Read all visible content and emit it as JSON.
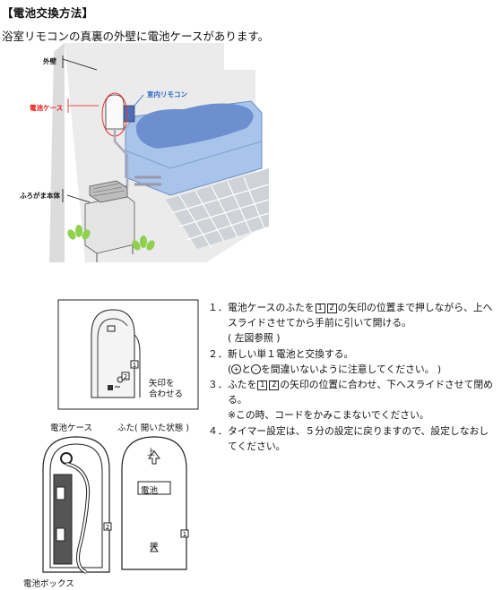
{
  "header": {
    "title": "【電池交換方法】",
    "intro": "浴室リモコンの真裏の外壁に電池ケースがあります。"
  },
  "illustration_top": {
    "label_wall": "外壁",
    "label_case": "電池ケース",
    "label_remote": "室内リモコン",
    "label_boiler": "ふろがま本体"
  },
  "diagram": {
    "arrow_note_1": "矢印を",
    "arrow_note_2": "合わせる",
    "case_label": "電池ケース",
    "lid_label": "ふた( 開いた状態 )",
    "up_label": "上",
    "battery_label": "電池",
    "press_label": "押",
    "box_label": "電池ボックス",
    "num1": "1",
    "num2": "2"
  },
  "steps": [
    {
      "num": "１．",
      "before": "電池ケースのふたを",
      "after": "の矢印の位置まで押しながら、上へスライドさせてから手前に引いて開ける。"
    },
    {
      "num": "",
      "text": "( 左図参照 )"
    },
    {
      "num": "２．",
      "text": "新しい単１電池と交換する。"
    },
    {
      "num": "",
      "before": "(",
      "plus": "+",
      "mid": "と",
      "minus": "-",
      "after": "を間違いないように注意してください。 )"
    },
    {
      "num": "３．",
      "before": "ふたを",
      "after": "の矢印の位置に合わせ、下へスライドさせて閉める。"
    },
    {
      "num": "",
      "text": "※この時、コードをかみこまないでください。"
    },
    {
      "num": "４．",
      "text": "タイマー設定は、５分の設定に戻りますので、設定しなおしてください。"
    }
  ]
}
